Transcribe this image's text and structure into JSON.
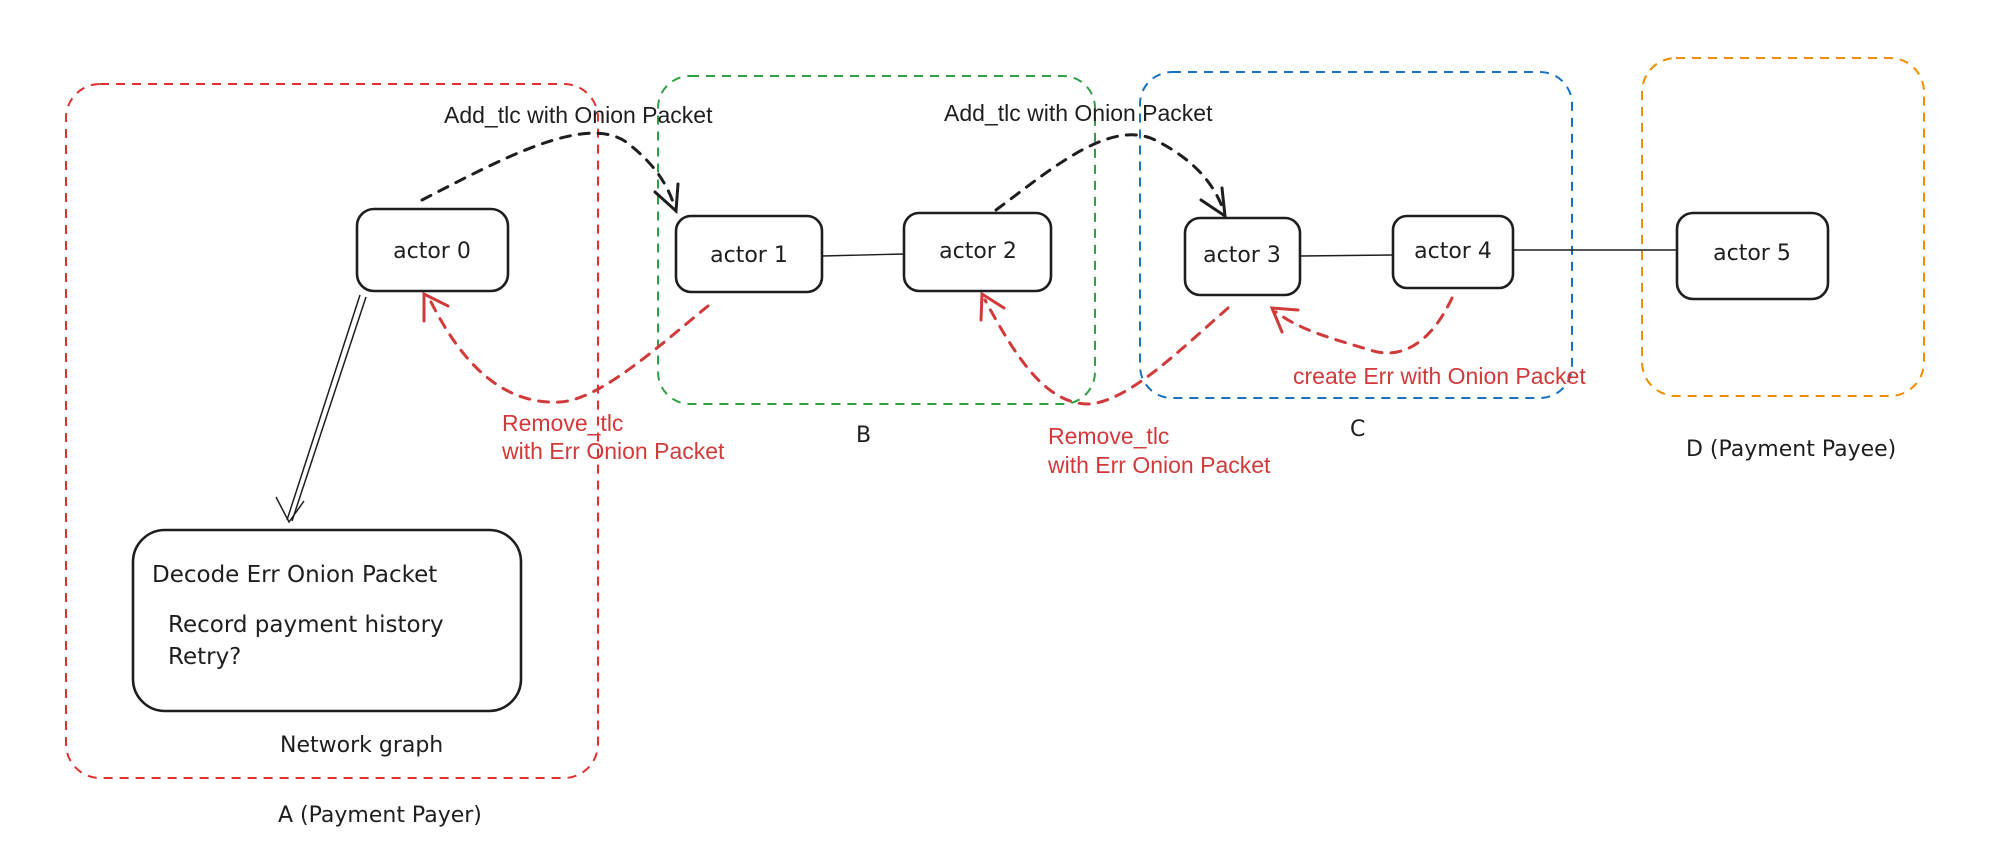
{
  "colors": {
    "ink": "#1e1e1e",
    "error": "#d03a3a",
    "group_a": "#e03131",
    "group_b": "#2f9e44",
    "group_c": "#1971c2",
    "group_d": "#f08c00"
  },
  "groups": {
    "a": {
      "label": "A (Payment Payer)"
    },
    "b": {
      "label": "B"
    },
    "c": {
      "label": "C"
    },
    "d": {
      "label": "D (Payment Payee)"
    }
  },
  "actors": [
    "actor 0",
    "actor 1",
    "actor 2",
    "actor 3",
    "actor 4",
    "actor 5"
  ],
  "messages": {
    "add_tlc_1": "Add_tlc with Onion Packet",
    "add_tlc_2": "Add_tlc with Onion Packet",
    "remove_tlc_1": {
      "line1": "Remove_tlc",
      "line2": "with Err Onion Packet"
    },
    "remove_tlc_2": {
      "line1": "Remove_tlc",
      "line2": "with Err Onion Packet"
    },
    "create_err": "create Err with Onion Packet"
  },
  "decoder_box": {
    "lines": [
      "Decode Err Onion Packet",
      "Record payment history",
      "Retry?"
    ]
  },
  "network_graph_label": "Network graph"
}
